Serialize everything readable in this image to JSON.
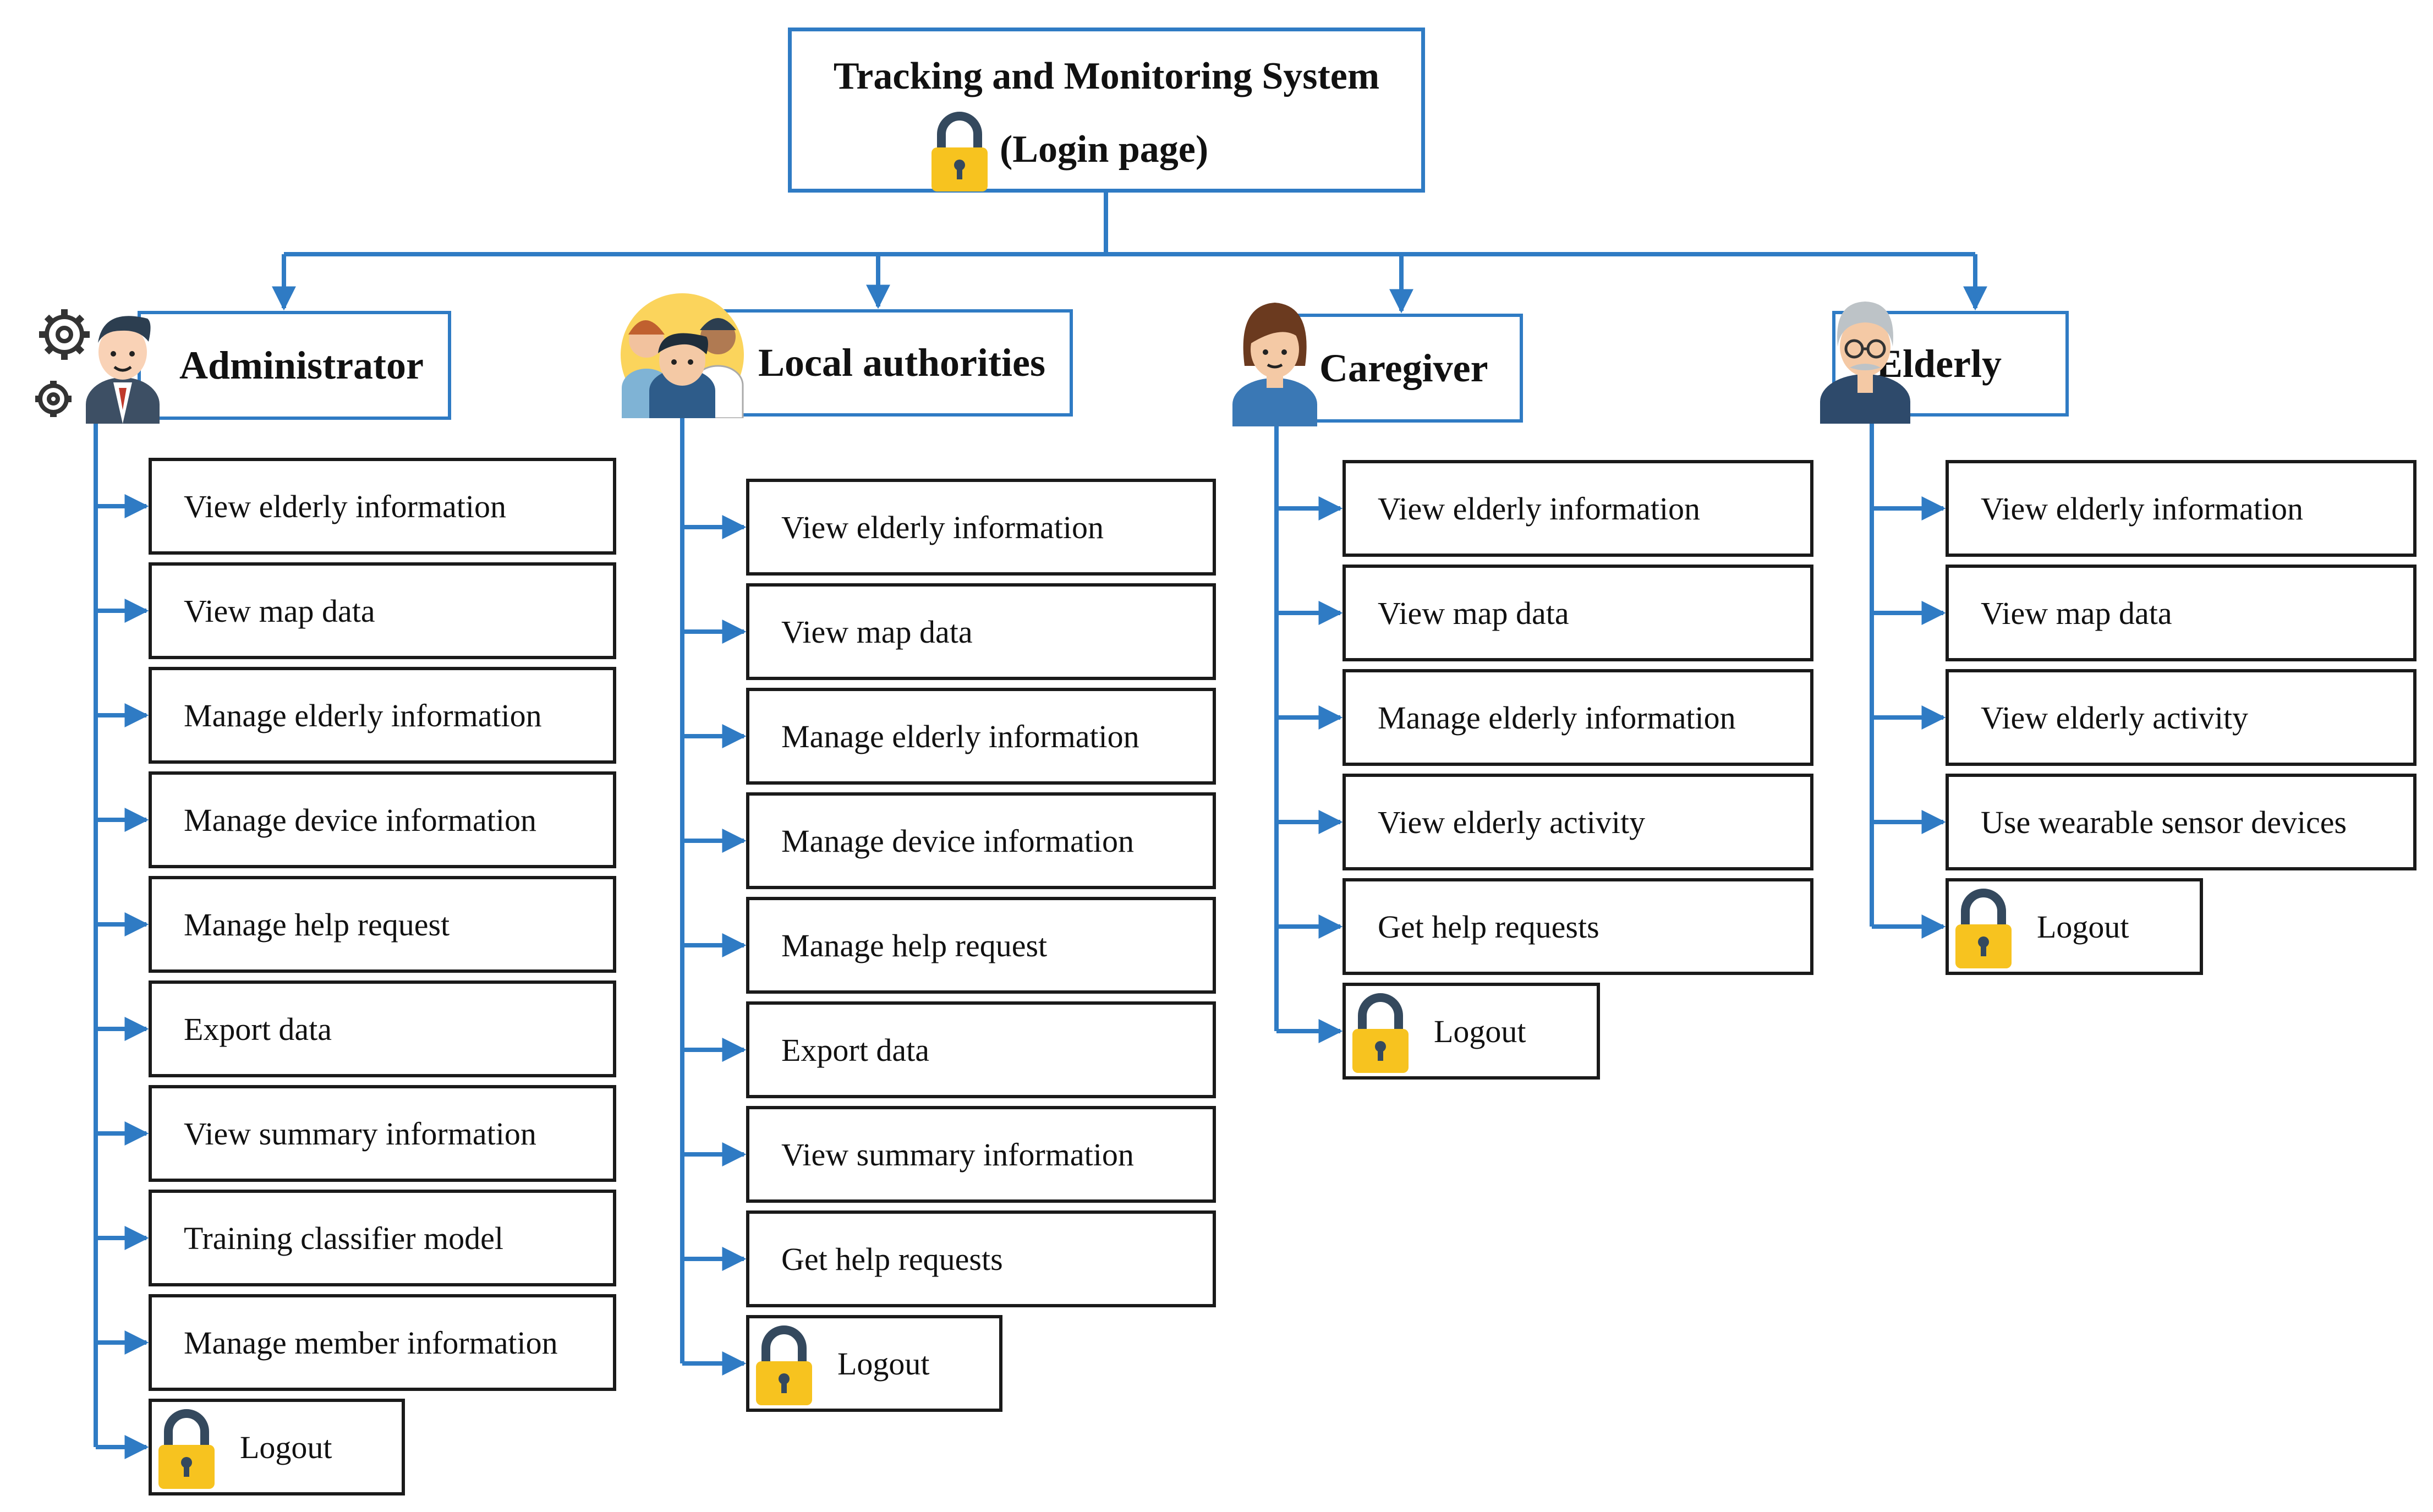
{
  "root": {
    "title": "Tracking and Monitoring System",
    "subtitle": "(Login page)"
  },
  "roles": {
    "administrator": {
      "label": "Administrator",
      "items": [
        "View elderly information",
        "View map data",
        "Manage elderly information",
        "Manage device information",
        "Manage help request",
        "Export data",
        "View summary information",
        "Training classifier model",
        "Manage member information"
      ],
      "logout": "Logout"
    },
    "local_authorities": {
      "label": "Local authorities",
      "items": [
        "View elderly information",
        "View map data",
        "Manage elderly information",
        "Manage device information",
        "Manage help request",
        "Export data",
        "View summary information",
        "Get help requests"
      ],
      "logout": "Logout"
    },
    "caregiver": {
      "label": "Caregiver",
      "items": [
        "View elderly information",
        "View map data",
        "Manage elderly information",
        "View elderly activity",
        "Get help requests"
      ],
      "logout": "Logout"
    },
    "elderly": {
      "label": "Elderly",
      "items": [
        "View elderly information",
        "View map data",
        "View elderly activity",
        "Use wearable sensor devices"
      ],
      "logout": "Logout"
    }
  },
  "colors": {
    "connector": "#2f7bc4",
    "lock_body": "#f7c31f",
    "lock_shackle": "#34495e",
    "box_border": "#1a1a1a"
  },
  "icons": [
    "lock-icon",
    "gears-icon",
    "admin-avatar-icon",
    "group-avatar-icon",
    "caregiver-avatar-icon",
    "elderly-avatar-icon"
  ]
}
